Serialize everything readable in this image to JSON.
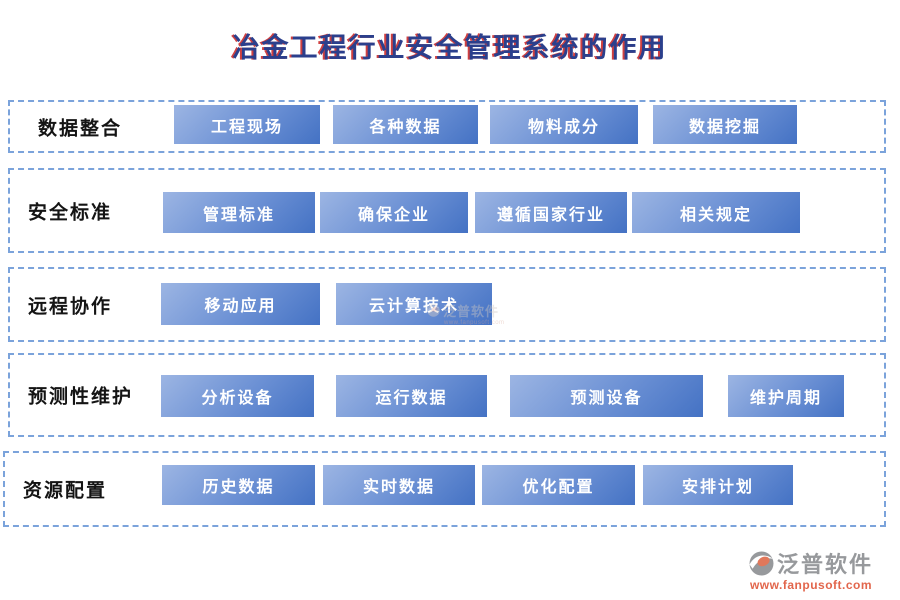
{
  "title": {
    "text": "冶金工程行业安全管理系统的作用"
  },
  "rows": [
    {
      "label": "数据整合",
      "buttons": [
        {
          "label": "工程现场"
        },
        {
          "label": "各种数据"
        },
        {
          "label": "物料成分"
        },
        {
          "label": "数据挖掘"
        }
      ]
    },
    {
      "label": "安全标准",
      "buttons": [
        {
          "label": "管理标准"
        },
        {
          "label": "确保企业"
        },
        {
          "label": "遵循国家行业"
        },
        {
          "label": "相关规定"
        }
      ]
    },
    {
      "label": "远程协作",
      "buttons": [
        {
          "label": "移动应用"
        },
        {
          "label": "云计算技术"
        }
      ]
    },
    {
      "label": "预测性维护",
      "buttons": [
        {
          "label": "分析设备"
        },
        {
          "label": "运行数据"
        },
        {
          "label": "预测设备"
        },
        {
          "label": "维护周期"
        }
      ]
    },
    {
      "label": "资源配置",
      "buttons": [
        {
          "label": "历史数据"
        },
        {
          "label": "实时数据"
        },
        {
          "label": "优化配置"
        },
        {
          "label": "安排计划"
        }
      ]
    }
  ],
  "watermark": {
    "text": "泛普软件",
    "url": "www.fanpusoft.com"
  },
  "logo": {
    "name": "泛普软件",
    "url": "www.fanpusoft.com"
  },
  "colors": {
    "title_blue": "#2B3F8C",
    "title_shadow_red": "#C00000",
    "button_gradient_light": "#9CB5E3",
    "button_gradient_dark": "#4472C4",
    "box_border_blue": "#7BA3DB",
    "label_text": "#141414",
    "button_text": "#FFFFFF",
    "logo_gray": "#97999C",
    "logo_orange": "#E2664C"
  }
}
